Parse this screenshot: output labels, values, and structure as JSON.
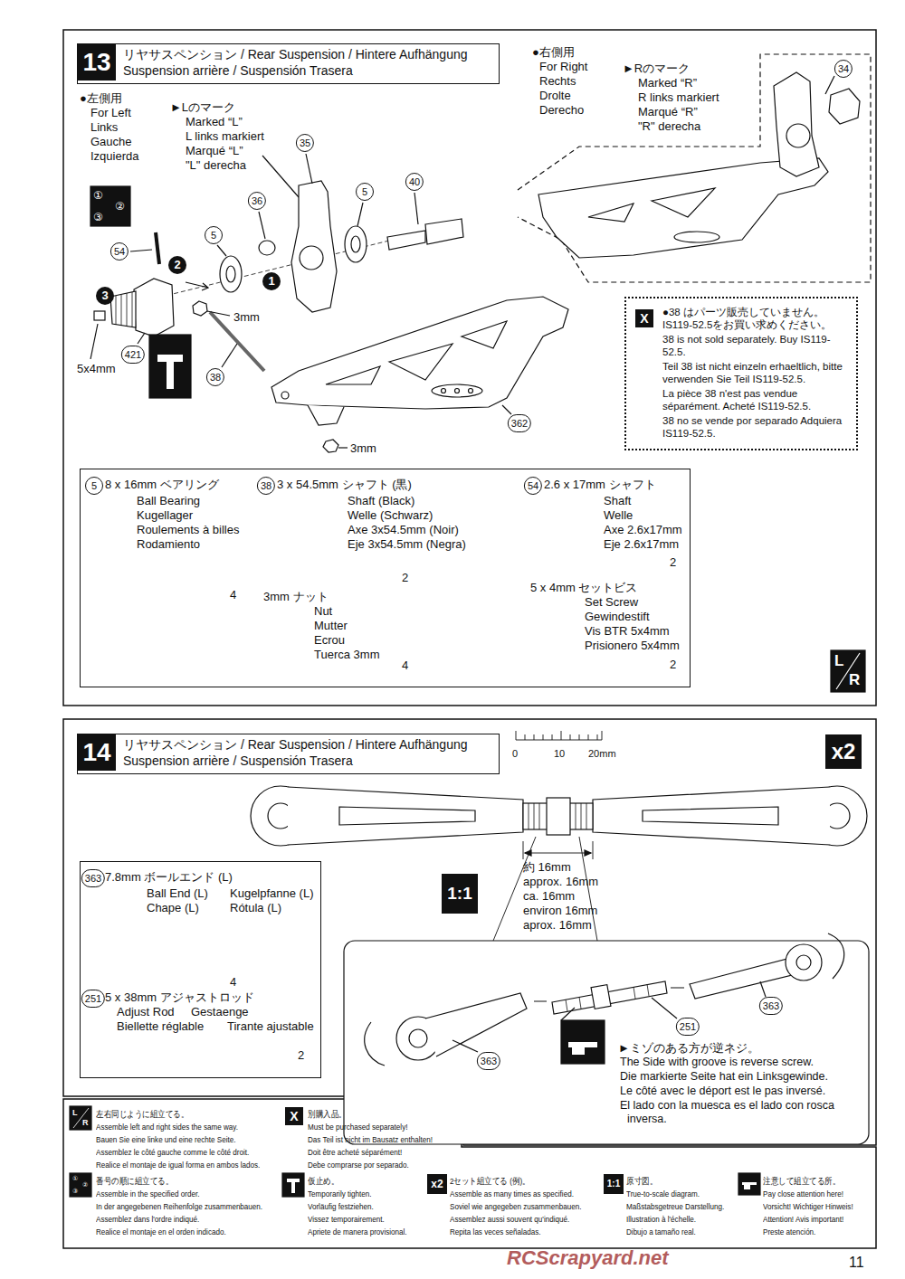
{
  "diagram": {
    "nodes": [
      {
        "text": [
          "13",
          "リヤサスペンション / Rear Suspension / Hintere Aufhängung",
          "Suspension arrière / Suspensión Trasera"
        ]
      },
      {
        "text": [
          "X",
          "●38 はパーツ販売していません。 IS119-52.5をお買い求めください。",
          "38 is not sold separately. Buy IS119-52.5.",
          "Teil 38 ist nicht einzeln erhaeltlich, bitte verwenden Sie Teil IS119-52.5.",
          "La pièce 38 n'est pas vendue séparément. Acheté IS119-52.5.",
          "38 no se vende por separado Adquiera IS119-52.5."
        ]
      },
      {
        "text": [
          "5",
          "8 x 16mm ベアリング",
          "Ball Bearing",
          "Kugellager",
          "Roulements à billes",
          "Rodamiento",
          "4",
          "38",
          "3 x 54.5mm シャフト (黒)",
          "Shaft (Black)",
          "Welle (Schwarz)",
          "Axe 3x54.5mm (Noir)",
          "Eje 3x54.5mm (Negra)",
          "2",
          "3mm ナット",
          "Nut",
          "Mutter",
          "Ecrou",
          "Tuerca 3mm",
          "4",
          "54",
          "2.6 x 17mm シャフト",
          "Shaft",
          "Welle",
          "Axe 2.6x17mm",
          "Eje 2.6x17mm",
          "2",
          "5 x 4mm セットビス",
          "Set Screw",
          "Gewindestift",
          "Vis BTR 5x4mm",
          "Prisionero 5x4mm",
          "2"
        ]
      },
      {
        "text": [
          "14",
          "リヤサスペンション / Rear Suspension / Hintere Aufhängung",
          "Suspension arrière / Suspensión Trasera"
        ]
      },
      {
        "text": [
          "363",
          "7.8mm ボールエンド (L)",
          "Ball End (L)",
          "Kugelpfanne (L)",
          "Chape (L)",
          "Rótula (L)",
          "4",
          "251",
          "5 x 38mm アジャストロッド",
          "Adjust Rod",
          "Gestaenge",
          "Biellette réglable",
          "Tirante ajustable",
          "2"
        ]
      }
    ],
    "labels": [
      "●左側用",
      "For Left",
      "Links",
      "Gauche",
      "Izquierda",
      "►Lのマーク",
      "Marked “L”",
      "L links markiert",
      "Marqué “L”",
      "\"L\" derecha",
      "①",
      "②",
      "③",
      "35",
      "36",
      "5",
      "40",
      "54",
      "5",
      "421",
      "38",
      "362",
      "34",
      "2",
      "1",
      "3",
      "5x4mm",
      "3mm",
      "3mm",
      "●右側用",
      "For Right",
      "Rechts",
      "Drolte",
      "Derecho",
      "►Rのマーク",
      "Marked “R”",
      "R links markiert",
      "Marqué “R”",
      "\"R\" derecha",
      "L",
      "R",
      "0",
      "10",
      "20mm",
      "x2",
      "1:1",
      "約 16mm",
      "approx. 16mm",
      "ca. 16mm",
      "environ 16mm",
      "aprox. 16mm",
      "363",
      "251",
      "363",
      "►ミゾのある方が逆ネジ。",
      "The Side with groove is reverse screw.",
      "Die markierte Seite hat ein Linksgewinde.",
      "Le côté avec le déport est le pas inversé.",
      "El lado con la muesca es el lado con rosca inversa.",
      "L",
      "R",
      "左右同じように組立てる。",
      "Assemble left and right sides the same way.",
      "Bauen Sie eine linke und eine rechte Seite.",
      "Assemblez le côté gauche comme le côté droit.",
      "Realice el montaje de igual forma en ambos lados.",
      "①",
      "②",
      "③",
      "番号の順に組立てる。",
      "Assemble in the specified order.",
      "In der angegebenen Reihenfolge zusammenbauen.",
      "Assemblez dans l'ordre indiqué.",
      "Realice el montaje en el orden indicado.",
      "X",
      "別購入品。",
      "Must be purchased separately!",
      "Das Teil ist nicht im Bausatz enthalten!",
      "Doit être acheté séparément!",
      "Debe comprarse por separado.",
      "仮止め。",
      "Temporarily tighten.",
      "Vorläufig festziehen.",
      "Vissez temporairement.",
      "Apriete de manera provisional.",
      "x2",
      "2セット組立てる (例)。",
      "Assemble as many times as specified.",
      "Soviel wie angegeben zusammenbauen.",
      "Assemblez aussi souvent qu'indiqué.",
      "Repita las veces señaladas.",
      "1:1",
      "原寸図。",
      "True-to-scale diagram.",
      "Maßstabsgetreue Darstellung.",
      "Illustration à l'échelle.",
      "Dibujo a tamaño real.",
      "注意して組立てる所。",
      "Pay close attention here!",
      "Vorsicht! Wichtiger Hinweis!",
      "Attention! Avis important!",
      "Preste atención.",
      "RCScrapyard.net",
      "11"
    ]
  }
}
